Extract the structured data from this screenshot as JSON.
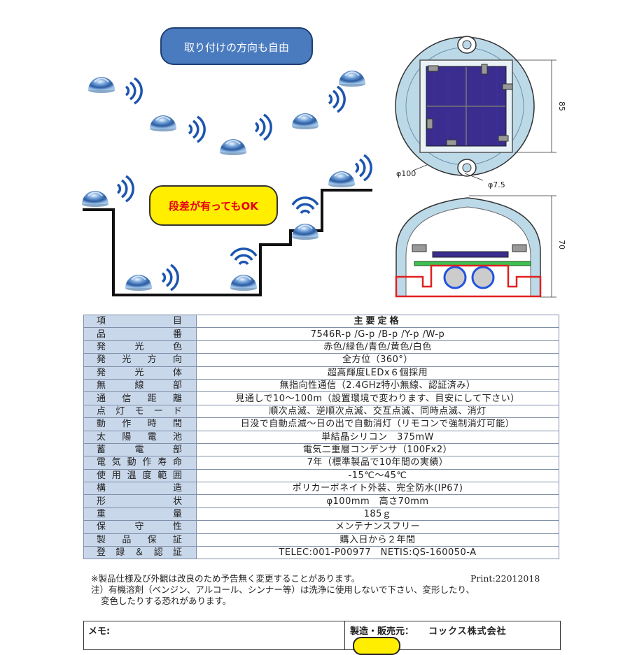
{
  "callouts": {
    "mount_direction": "取り付けの方向も自由",
    "step_ok": "段差が有ってもOK"
  },
  "dimensions": {
    "diameter": "φ100",
    "hole": "φ7.5",
    "width_dim": "85",
    "height_dim": "70"
  },
  "colors": {
    "callout_blue": "#4a7bbf",
    "callout_yellow": "#ffee00",
    "callout_red_text": "#e60012",
    "table_key_bg": "#c9d7ea",
    "housing_blue": "#bcd9e8"
  },
  "spec_table": {
    "header": {
      "key": "項目",
      "value": "主要定格"
    },
    "rows": [
      {
        "key": "品番",
        "value": "7546R-p /G-p /B-p /Y-p /W-p"
      },
      {
        "key": "発光色",
        "value": "赤色/緑色/青色/黄色/白色"
      },
      {
        "key": "発光方向",
        "value": "全方位（360°）"
      },
      {
        "key": "発光体",
        "value": "超高輝度LEDx６個採用"
      },
      {
        "key": "無線部",
        "value": "無指向性通信（2.4GHz特小無線、認証済み）"
      },
      {
        "key": "通信距離",
        "value": "見通しで10〜100m（設置環境で変わります、目安にして下さい）"
      },
      {
        "key": "点灯モード",
        "value": "順次点滅、逆順次点滅、交互点滅、同時点滅、消灯"
      },
      {
        "key": "動作時間",
        "value": "日没で自動点滅〜日の出で自動消灯（リモコンで強制消灯可能）"
      },
      {
        "key": "太陽電池",
        "value": "単結晶シリコン　375mW"
      },
      {
        "key": "蓄電部",
        "value": "電気二重層コンデンサ（100Fx2）"
      },
      {
        "key": "電気動作寿命",
        "value": "7年（標準製品で10年間の実績）"
      },
      {
        "key": "使用温度範囲",
        "value": "-15℃〜45℃"
      },
      {
        "key": "構造",
        "value": "ポリカーボネイト外装、完全防水(IP67)"
      },
      {
        "key": "形状",
        "value": "φ100mm　高さ70mm"
      },
      {
        "key": "重量",
        "value": "185ｇ"
      },
      {
        "key": "保守性",
        "value": "メンテナンスフリー"
      },
      {
        "key": "製品保証",
        "value": "購入日から２年間"
      },
      {
        "key": "登録＆認証",
        "value": "TELEC:001-P00977　NETIS:QS-160050-A"
      }
    ]
  },
  "notes": {
    "line1": "※製品仕様及び外観は改良のため予告無く変更することがあります。",
    "line2": "注）有機溶剤（ベンジン、アルコール、シンナー等）は洗浄に使用しないで下さい、変形したり、",
    "line3": "変色したりする恐れがあります。",
    "print": "Print:22012018"
  },
  "footer": {
    "memo_label": "メモ:",
    "maker_label": "製造・販売元：",
    "company": "コックス株式会社"
  }
}
